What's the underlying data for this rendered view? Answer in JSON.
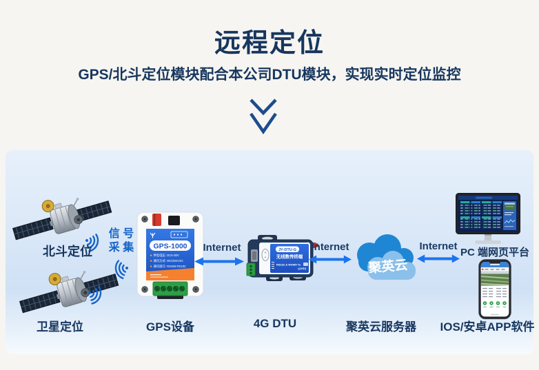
{
  "header": {
    "title": "远程定位",
    "subtitle": "GPS/北斗定位模块配合本公司DTU模块，实现实时定位监控"
  },
  "diagram": {
    "labels": {
      "beidou": "北斗定位",
      "satellite": "卫星定位",
      "gps": "GPS设备",
      "dtu": "4G DTU",
      "cloud": "聚英云服务器",
      "pc": "PC 端网页平台",
      "app": "IOS/安卓APP软件"
    },
    "signal": {
      "line1": "信 号",
      "line2": "采 集"
    },
    "internet_labels": [
      "Internet",
      "Internet",
      "Internet"
    ],
    "cloud_text": "聚英云"
  },
  "devices": {
    "gps": {
      "model": "GPS-1000",
      "specs": [
        "供电电压: DC5-30V",
        "通讯方式: WCDMA/4G",
        "通讯接口: RS485 RS232"
      ]
    },
    "dtu": {
      "model": "JY-DTU-G",
      "name": "无线数传终端",
      "ports": "RS232 & RS485 To",
      "net": "GPRS",
      "ce": "CE"
    }
  },
  "icons": {
    "chevron-down-double-icon": "double chevron pointing down",
    "signal-waves-icon": "radio signal arcs with dot",
    "double-arrow-icon": "bidirectional horizontal arrow"
  },
  "colors": {
    "navy_text": "#17365e",
    "signal_blue": "#1463c6",
    "arrow_blue": "#1b74ee",
    "cloud_dark": "#1f86d4",
    "cloud_light": "#8ac0ea",
    "panel_top": "#e7f0fb",
    "panel_mid": "#d0e1f5",
    "gps_label_orange": "#f5812f"
  }
}
